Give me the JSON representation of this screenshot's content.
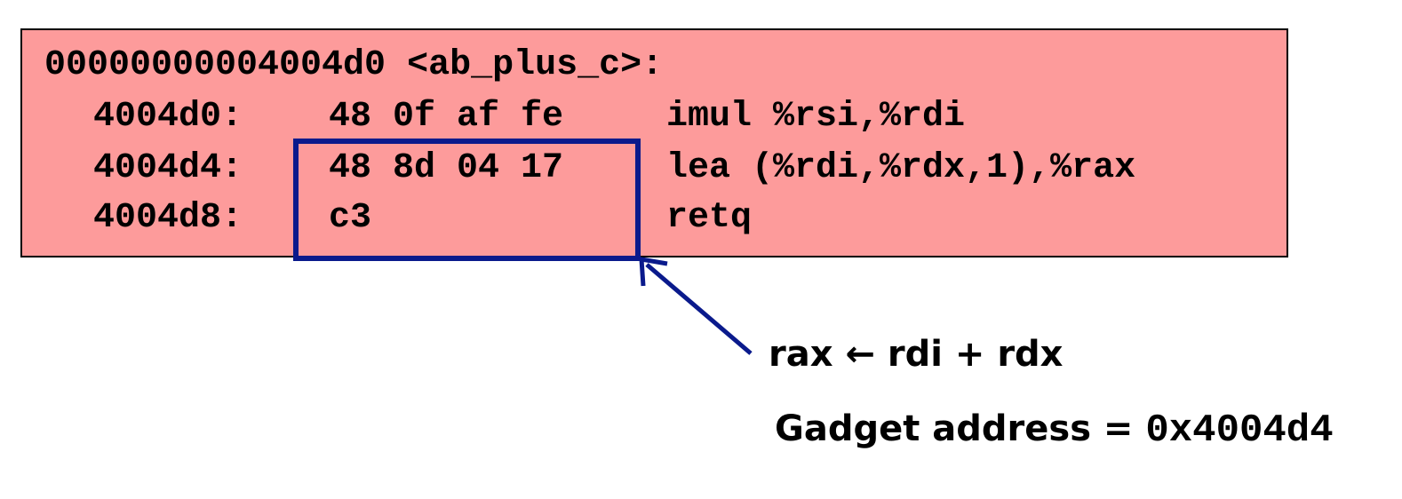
{
  "disassembly": {
    "header": "00000000004004d0 <ab_plus_c>:",
    "lines": [
      {
        "address": "4004d0:",
        "bytes": "48 0f af fe",
        "instruction": "imul %rsi,%rdi"
      },
      {
        "address": "4004d4:",
        "bytes": "48 8d 04 17",
        "instruction": "lea (%rdi,%rdx,1),%rax"
      },
      {
        "address": "4004d8:",
        "bytes": "c3",
        "instruction": "retq"
      }
    ]
  },
  "annotation": {
    "operation": "rax ← rdi + rdx",
    "gadget_label": "Gadget address = ",
    "gadget_address": "0x4004d4"
  },
  "colors": {
    "code_background": "#fd9b9b",
    "highlight_box": "#0a1a8c",
    "arrow": "#0a1a8c"
  }
}
